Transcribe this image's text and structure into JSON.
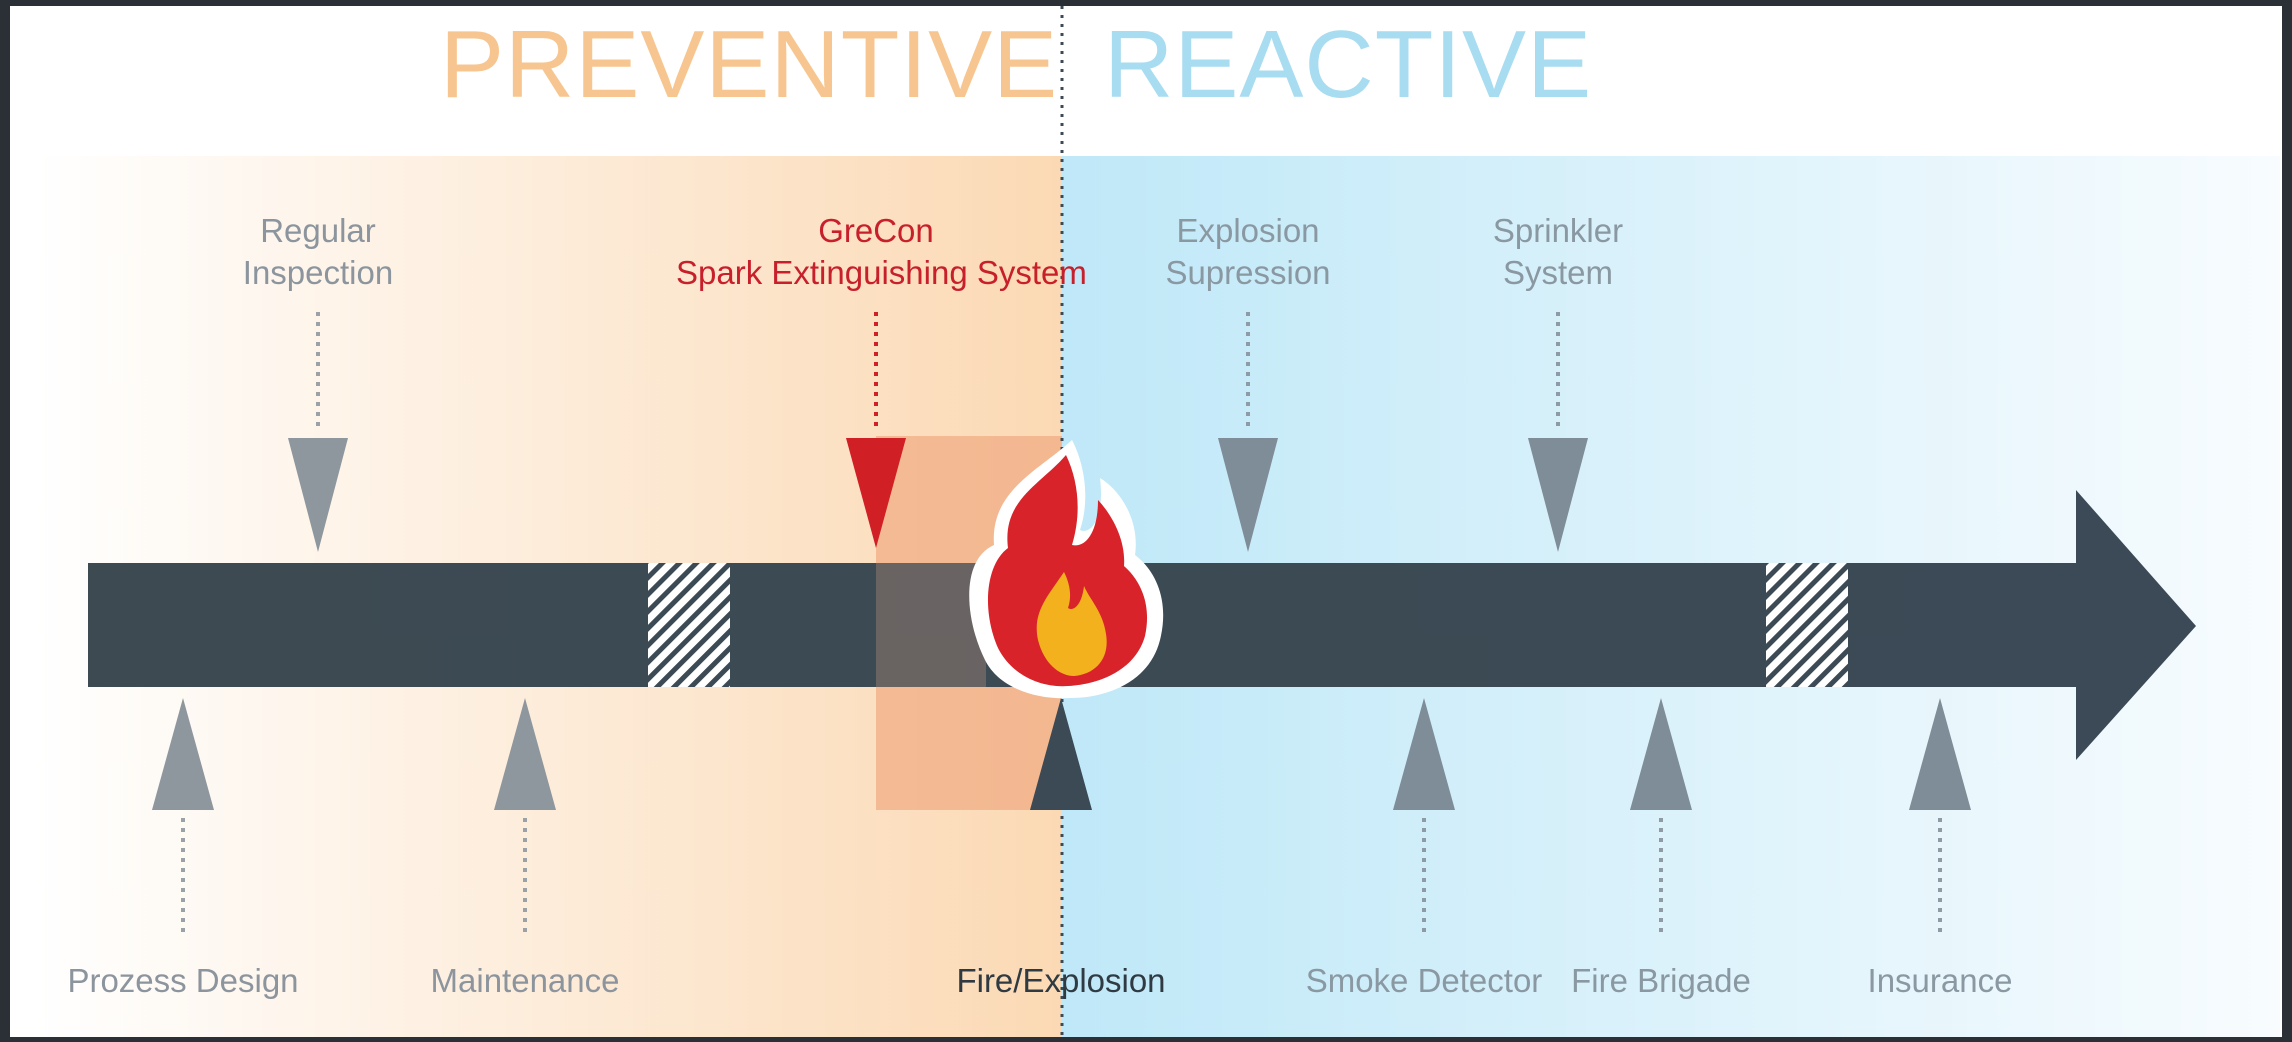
{
  "headings": {
    "preventive": "PREVENTIVE",
    "reactive": "REACTIVE"
  },
  "top_labels": {
    "regular_inspection": [
      "Regular",
      "Inspection"
    ],
    "grecon": [
      "GreCon",
      "Spark Extinguishing System"
    ],
    "explosion_supression": [
      "Explosion",
      "Supression"
    ],
    "sprinkler_system": [
      "Sprinkler",
      "System"
    ]
  },
  "bottom_labels": {
    "prozess_design": "Prozess Design",
    "maintenance": "Maintenance",
    "fire_explosion": "Fire/Explosion",
    "smoke_detector": "Smoke Detector",
    "fire_brigade": "Fire Brigade",
    "insurance": "Insurance"
  },
  "colors": {
    "preventive_heading": "#f7c690",
    "reactive_heading": "#a8dcf0",
    "arrow": "#3c4a55",
    "marker_grey": "#8e979e",
    "marker_grey_blue": "#7e8d97",
    "grecon_red": "#d11f26",
    "flame_outer": "#d9232a",
    "flame_inner": "#f4b11e",
    "highlight_zone": "#efaa80"
  },
  "icons": {
    "fire": "flame-icon"
  }
}
